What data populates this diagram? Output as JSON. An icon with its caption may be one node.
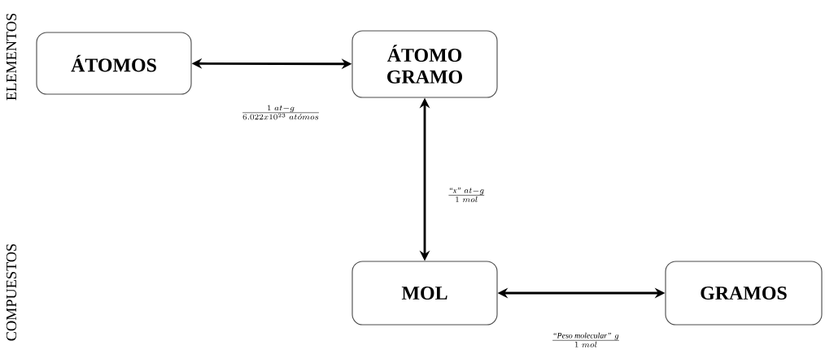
{
  "diagram": {
    "nodes": [
      {
        "text": [
          "ÁTOMOS"
        ]
      },
      {
        "text": [
          "ÁTOMO GRAMO"
        ]
      },
      {
        "text": [
          "MOL"
        ]
      },
      {
        "text": [
          "GRAMOS"
        ]
      }
    ],
    "edges": [
      {
        "from": 0,
        "to": 1,
        "arrow": "both",
        "label": "\\frac{1\\ at-g}{6.022x10^{23}\\ at\\acute{o}mos}"
      },
      {
        "from": 1,
        "to": 2,
        "arrow": "both",
        "label": "\\frac{\\text{\\itshape ``x''}\\ at-g}{1\\ mol}"
      },
      {
        "from": 2,
        "to": 3,
        "arrow": "both",
        "label": "\\frac{\\text{\\itshape ``Peso molecular''}\\ g}{1\\ mol}"
      }
    ],
    "labels": [
      "ELEMENTOS",
      "COMPUESTOS"
    ]
  }
}
